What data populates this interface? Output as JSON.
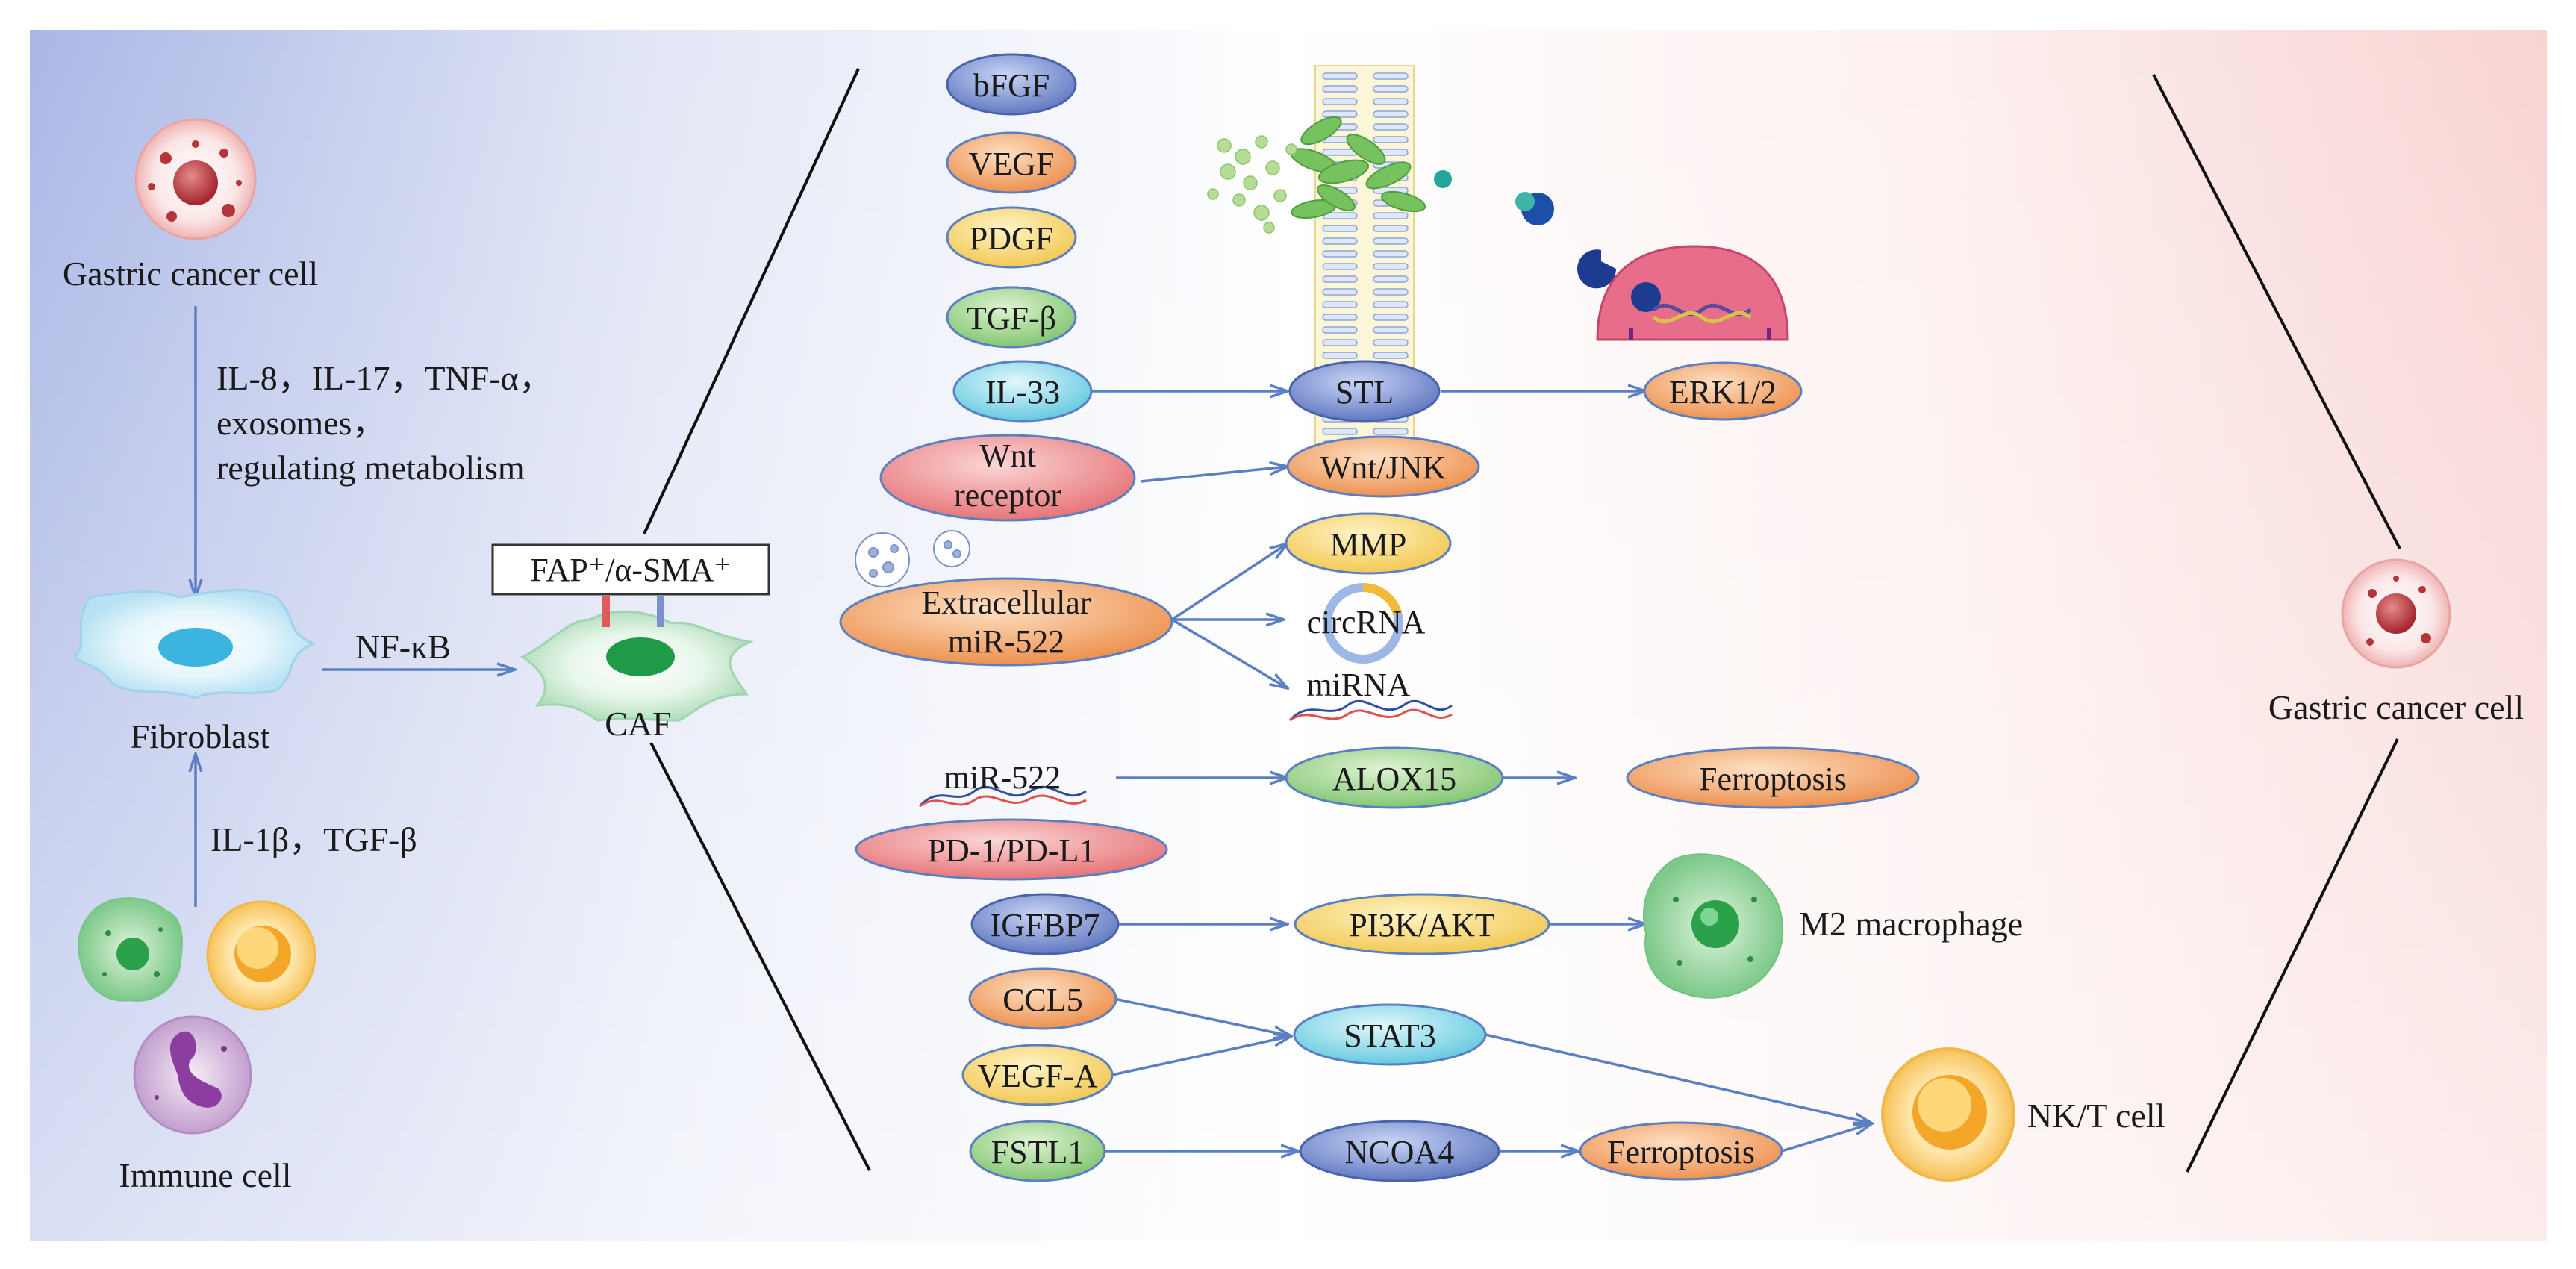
{
  "left": {
    "gastric_cancer_cell": "Gastric cancer cell",
    "arrow_text_1": "IL-8，IL-17，TNF-α，",
    "arrow_text_2": "exosomes，",
    "arrow_text_3": "regulating metabolism",
    "fibroblast": "Fibroblast",
    "nfkb": "NF-κB",
    "caf_marker": "FAP⁺/α-SMA⁺",
    "caf": "CAF",
    "immune_text": "IL-1β，TGF-β",
    "immune_cell": "Immune cell"
  },
  "factors": {
    "bfgf": "bFGF",
    "vegf": "VEGF",
    "pdgf": "PDGF",
    "tgfb": "TGF-β",
    "il33": "IL-33",
    "wnt_1": "Wnt",
    "wnt_2": "receptor",
    "extra_1": "Extracellular",
    "extra_2": "miR-522",
    "mir522": "miR-522",
    "pd1": "PD-1/PD-L1",
    "igfbp7": "IGFBP7",
    "ccl5": "CCL5",
    "vegfa": "VEGF-A",
    "fstl1": "FSTL1"
  },
  "pathway": {
    "stl": "STL",
    "erk": "ERK1/2",
    "wntjnk": "Wnt/JNK",
    "mmp": "MMP",
    "circrna": "circRNA",
    "mirna": "miRNA",
    "alox15": "ALOX15",
    "ferro1": "Ferroptosis",
    "pi3k": "PI3K/AKT",
    "m2": "M2 macrophage",
    "stat3": "STAT3",
    "ncoa4": "NCOA4",
    "ferro2": "Ferroptosis",
    "nkt": "NK/T cell",
    "right_cell": "Gastric cancer cell"
  },
  "colors": {
    "blue": "#6f86c9",
    "orange": "#f0a062",
    "yellow": "#f4d36a",
    "green": "#8fd07d",
    "cyan": "#7ed6e8",
    "pink": "#f08c8c",
    "arrow": "#5b7fc3"
  }
}
